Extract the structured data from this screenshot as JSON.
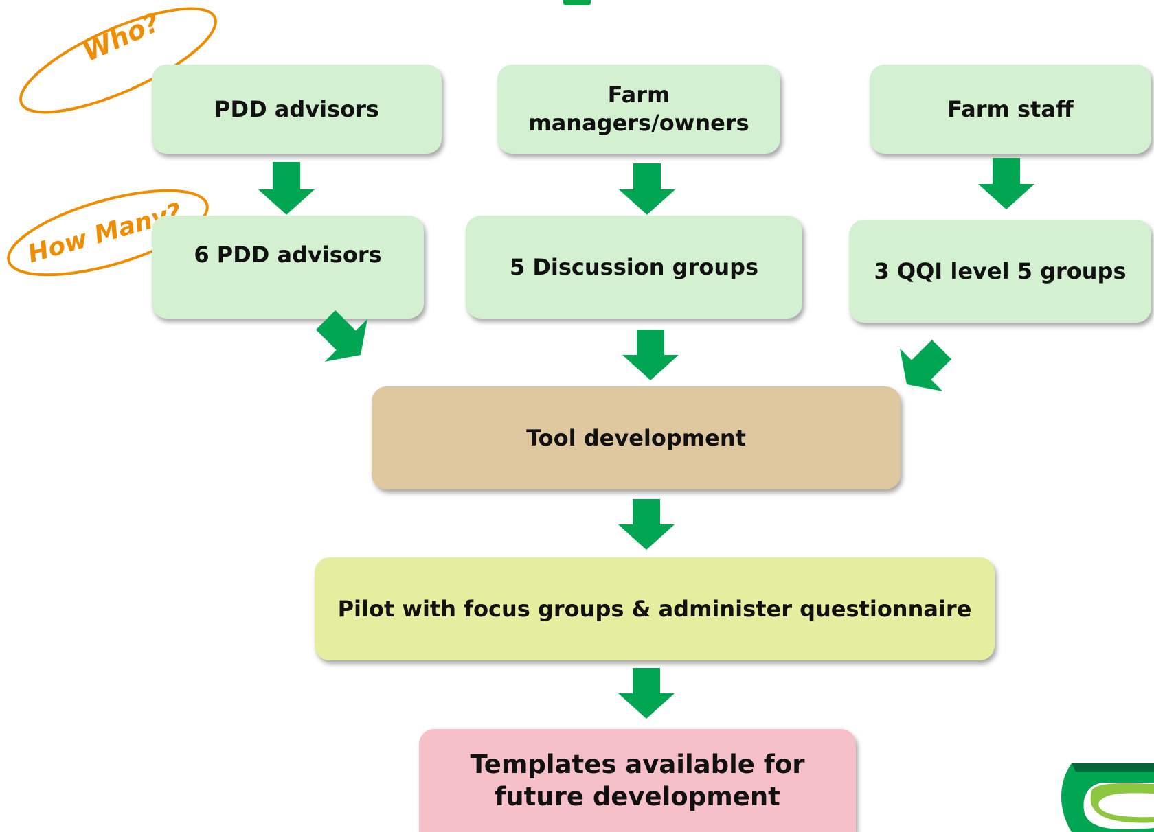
{
  "annotations": {
    "who": "Who?",
    "how_many": "How Many?"
  },
  "row1": [
    {
      "label": "PDD advisors"
    },
    {
      "label": "Farm\nmanagers/owners"
    },
    {
      "label": "Farm staff"
    }
  ],
  "row2": [
    {
      "label": "6 PDD advisors"
    },
    {
      "label": "5 Discussion groups"
    },
    {
      "label": "3 QQI level 5 groups"
    }
  ],
  "tool": {
    "label": "Tool development"
  },
  "pilot": {
    "label": "Pilot with focus groups & administer questionnaire"
  },
  "templates": {
    "label": "Templates available for\nfuture development"
  },
  "colors": {
    "row_box": "#d3f1d0",
    "tool_box": "#dfc7a0",
    "pilot_box": "#e5ee9f",
    "templates_box": "#f6c0c8",
    "arrow": "#00a651",
    "annotation": "#f08c00"
  },
  "logo": {
    "name": "teagasc-logo"
  }
}
